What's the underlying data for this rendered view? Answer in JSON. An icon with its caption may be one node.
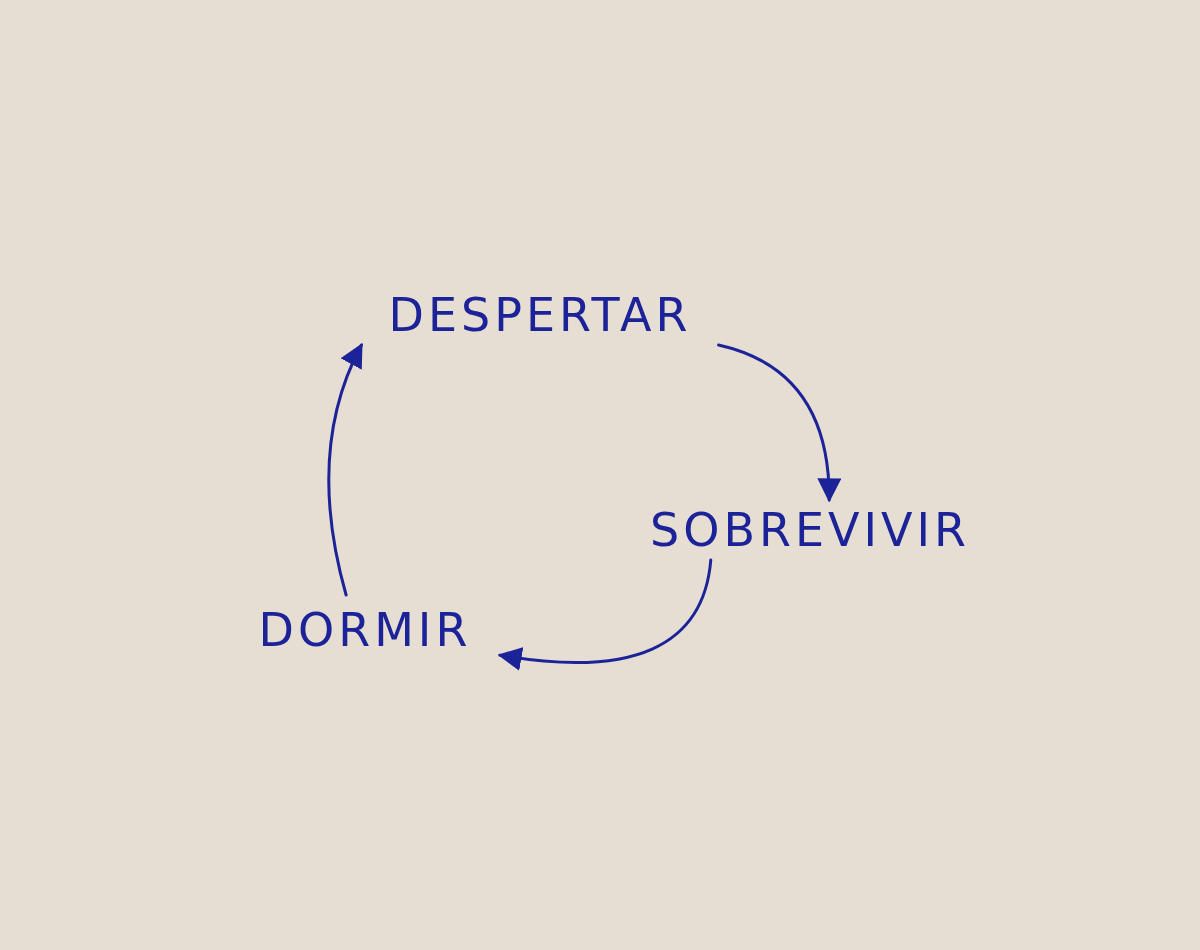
{
  "diagram": {
    "nodes": [
      {
        "text": [
          "DESPERTAR"
        ]
      },
      {
        "text": [
          "SOBREVIVIR"
        ]
      },
      {
        "text": [
          "DORMIR"
        ]
      }
    ],
    "edges": [
      {
        "from": 0,
        "to": 1,
        "arrow": "to"
      },
      {
        "from": 1,
        "to": 2,
        "arrow": "to"
      },
      {
        "from": 2,
        "to": 0,
        "arrow": "to"
      }
    ]
  }
}
